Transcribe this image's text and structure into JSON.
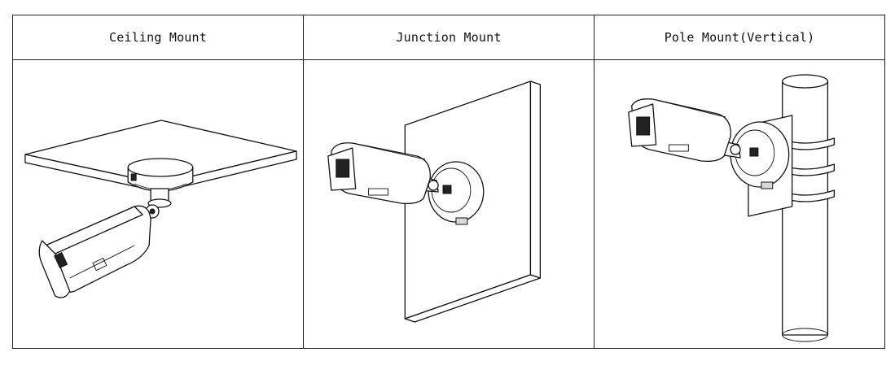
{
  "columns": [
    {
      "title": "Ceiling Mount",
      "icon": "ceiling-mount-illustration"
    },
    {
      "title": "Junction Mount",
      "icon": "junction-mount-illustration"
    },
    {
      "title": "Pole Mount(Vertical)",
      "icon": "pole-mount-illustration"
    }
  ]
}
